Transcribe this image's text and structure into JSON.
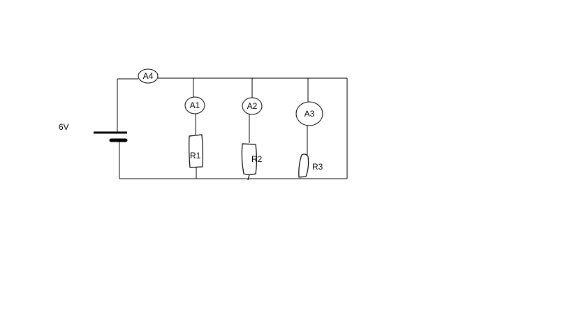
{
  "source": {
    "voltage_label": "6V"
  },
  "ammeters": [
    {
      "label": "A4"
    },
    {
      "label": "A1"
    },
    {
      "label": "A2"
    },
    {
      "label": "A3"
    }
  ],
  "resistors": [
    {
      "label": "R1"
    },
    {
      "label": "R2"
    },
    {
      "label": "R3"
    }
  ]
}
